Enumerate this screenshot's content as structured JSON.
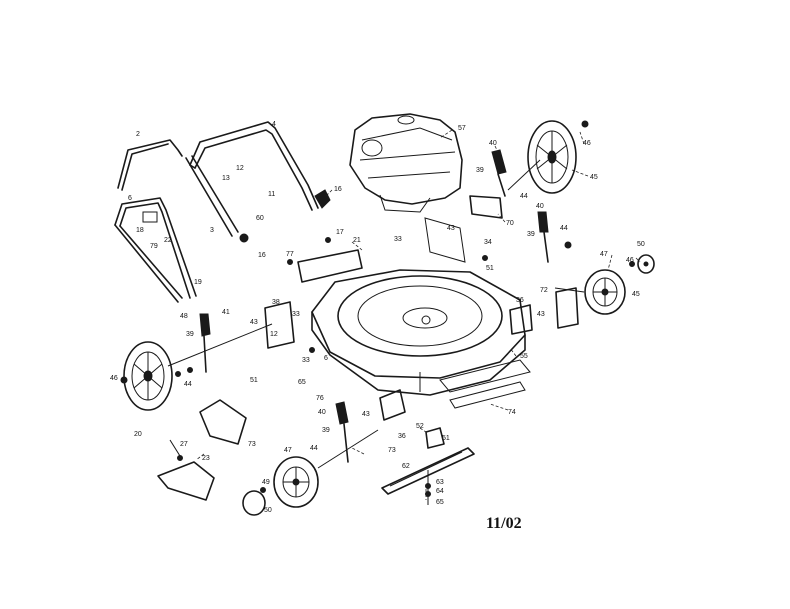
{
  "date_code": "11/02",
  "callouts": [
    "2",
    "4",
    "57",
    "40",
    "46",
    "39",
    "44",
    "45",
    "16",
    "13",
    "12",
    "11",
    "6",
    "60",
    "18",
    "79",
    "22",
    "3",
    "16",
    "77",
    "17",
    "21",
    "33",
    "43",
    "70",
    "34",
    "51",
    "40",
    "39",
    "44",
    "50",
    "47",
    "46",
    "45",
    "19",
    "41",
    "38",
    "33",
    "48",
    "43",
    "36",
    "72",
    "43",
    "39",
    "12",
    "33",
    "6",
    "46",
    "44",
    "51",
    "65",
    "55",
    "76",
    "40",
    "74",
    "39",
    "43",
    "36",
    "52",
    "51",
    "20",
    "27",
    "73",
    "44",
    "47",
    "23",
    "49",
    "50",
    "73",
    "62",
    "63",
    "64",
    "65"
  ]
}
